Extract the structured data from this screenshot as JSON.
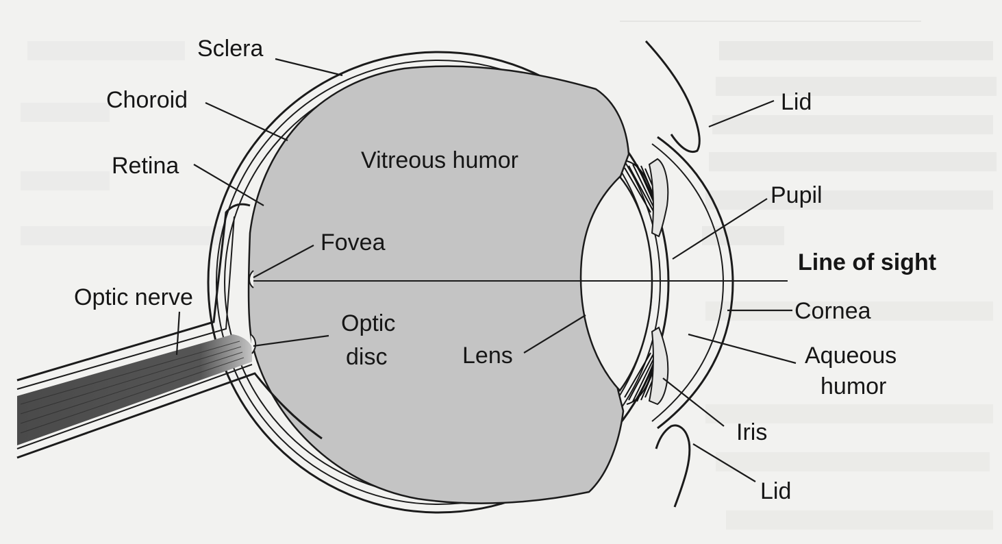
{
  "labels": {
    "sclera": "Sclera",
    "choroid": "Choroid",
    "retina": "Retina",
    "fovea": "Fovea",
    "optic_nerve": "Optic nerve",
    "optic_disc_line1": "Optic",
    "optic_disc_line2": "disc",
    "vitreous_humor": "Vitreous humor",
    "lens": "Lens",
    "lid_top": "Lid",
    "pupil": "Pupil",
    "line_of_sight": "Line of sight",
    "cornea": "Cornea",
    "aqueous_line1": "Aqueous",
    "aqueous_line2": "humor",
    "iris": "Iris",
    "lid_bottom": "Lid"
  },
  "colors": {
    "background": "#f2f2f0",
    "vitreous_fill": "#c4c4c4",
    "nerve_fill": "#5a5a5a",
    "outline": "#1b1b1b"
  }
}
